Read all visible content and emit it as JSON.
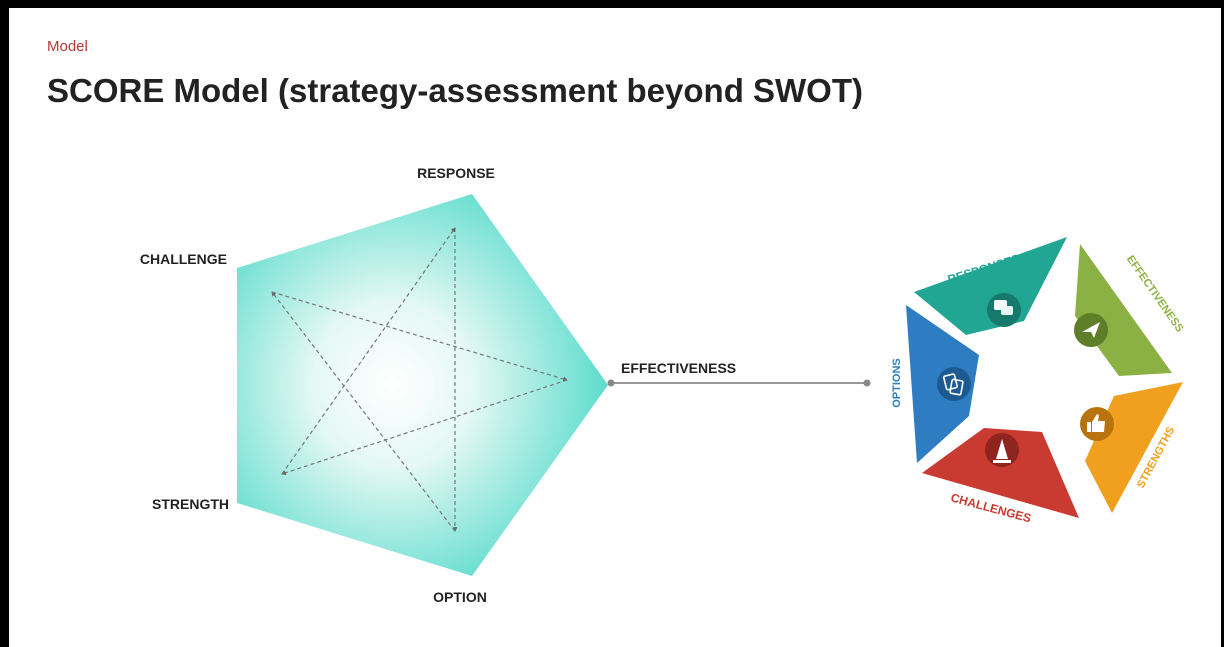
{
  "header": {
    "kicker": "Model",
    "title": "SCORE Model (strategy-assessment beyond SWOT)"
  },
  "pentagon": {
    "labels": {
      "response": "RESPONSE",
      "challenge": "CHALLENGE",
      "effectiveness": "EFFECTIVENESS",
      "strength": "STRENGTH",
      "option": "OPTION"
    },
    "fill_color": "#4dd9c8"
  },
  "hexagon": {
    "segments": [
      {
        "label": "RESPONSES",
        "icon": "chat-bubbles-icon",
        "color": "#21a694"
      },
      {
        "label": "EFFECTIVENESS",
        "icon": "paper-plane-icon",
        "color": "#8bb144"
      },
      {
        "label": "STRENGTHS",
        "icon": "thumbs-up-icon",
        "color": "#f0a01e"
      },
      {
        "label": "CHALLENGES",
        "icon": "traffic-cone-icon",
        "color": "#c93a30"
      },
      {
        "label": "OPTIONS",
        "icon": "cards-icon",
        "color": "#2e7dc2"
      }
    ]
  }
}
